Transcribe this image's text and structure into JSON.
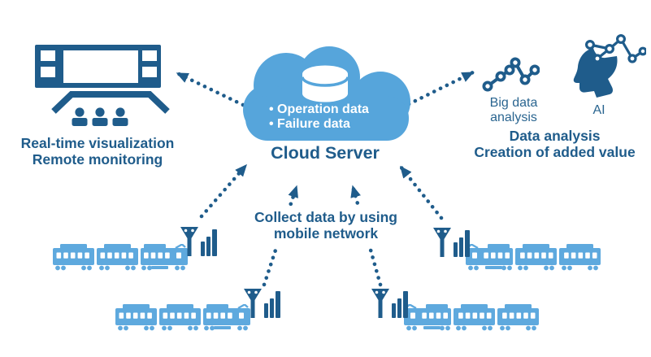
{
  "colors": {
    "dark_blue": "#1f5c8b",
    "cloud_blue": "#56a5db",
    "train_blue": "#5ea9de",
    "label_blue": "#2a6590",
    "background": "#ffffff",
    "text_on_cloud": "#ffffff"
  },
  "monitoring": {
    "line1": "Real-time visualization",
    "line2": "Remote monitoring"
  },
  "cloud": {
    "bullets": [
      "• Operation data",
      "• Failure data"
    ],
    "label": "Cloud Server"
  },
  "analysis": {
    "big_data_line1": "Big data",
    "big_data_line2": "analysis",
    "ai_label": "AI",
    "caption_line1": "Data analysis",
    "caption_line2": "Creation of added value"
  },
  "collection": {
    "line1": "Collect data by using",
    "line2": "mobile network"
  },
  "icons": {
    "monitor": "control-room-monitor-icon",
    "cloud": "cloud-icon",
    "database": "database-cylinder-icon",
    "chart": "line-chart-icon",
    "ai": "ai-head-network-icon",
    "train": "train-icon",
    "antenna": "signal-antenna-icon",
    "arrow": "dotted-arrow"
  }
}
